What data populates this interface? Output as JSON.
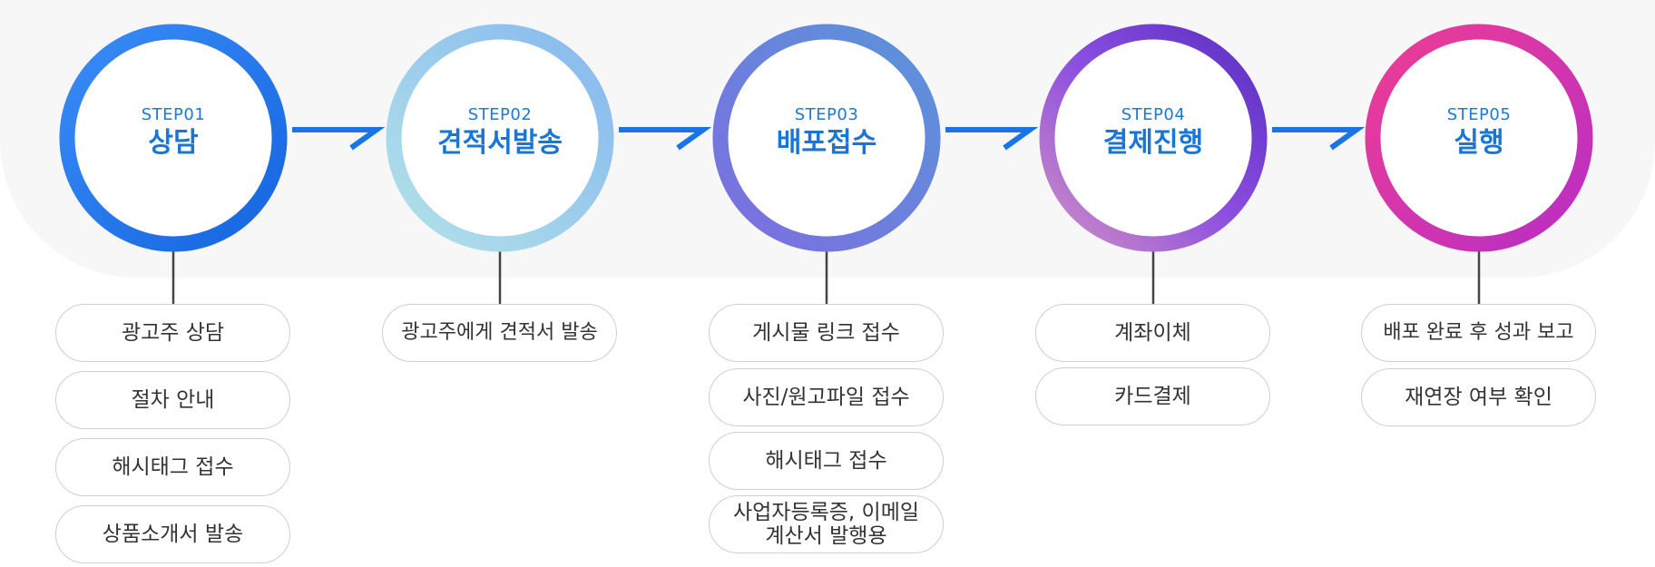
{
  "steps": [
    {
      "number": "STEP01",
      "title": "상담",
      "items": [
        "광고주 상담",
        "절차 안내",
        "해시태그 접수",
        "상품소개서 발송"
      ]
    },
    {
      "number": "STEP02",
      "title": "견적서발송",
      "items": [
        "광고주에게 견적서 발송"
      ]
    },
    {
      "number": "STEP03",
      "title": "배포접수",
      "items": [
        "게시물 링크 접수",
        "사진/원고파일 접수",
        "해시태그 접수",
        "사업자등록증, 이메일\n계산서 발행용"
      ]
    },
    {
      "number": "STEP04",
      "title": "결제진행",
      "items": [
        "계좌이체",
        "카드결제"
      ]
    },
    {
      "number": "STEP05",
      "title": "실행",
      "items": [
        "배포 완료 후 성과 보고",
        "재연장 여부 확인"
      ]
    }
  ],
  "colors": {
    "ring_step01": [
      "#2b7ff5",
      "#1a6de6"
    ],
    "ring_step02": [
      "#a9dce6",
      "#8fbff0"
    ],
    "ring_step03": [
      "#7b6fe0",
      "#5d8fdc"
    ],
    "ring_step04": [
      "#6a2bd8",
      "#c98ac6"
    ],
    "ring_step05": [
      "#e6379d",
      "#c02fc0"
    ],
    "arrow": "#1a73e8",
    "connector": "#444444",
    "title_text": "#1976d6"
  }
}
